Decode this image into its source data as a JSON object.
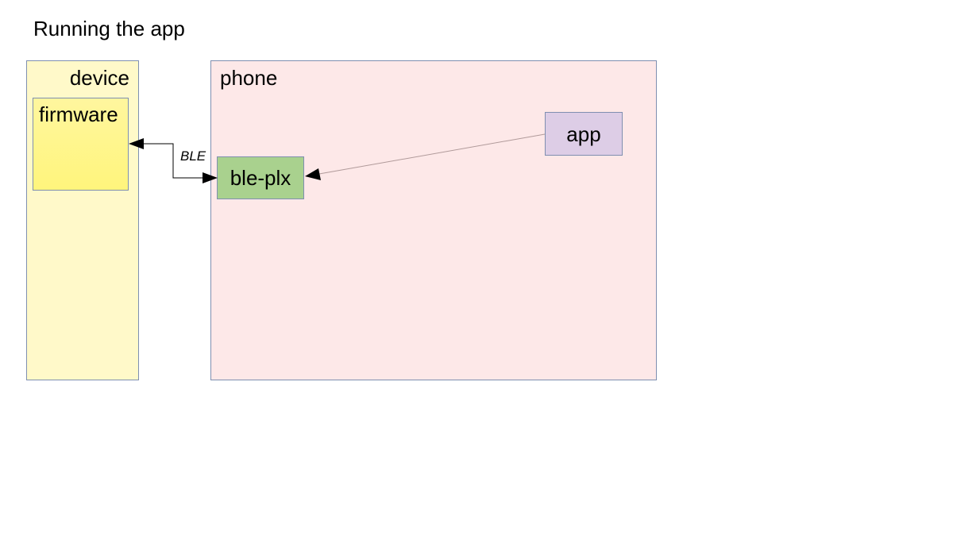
{
  "title": "Running the app",
  "nodes": {
    "device": {
      "label": "device"
    },
    "firmware": {
      "label": "firmware"
    },
    "phone": {
      "label": "phone"
    },
    "ble_plx": {
      "label": "ble-plx"
    },
    "app": {
      "label": "app"
    }
  },
  "edges": [
    {
      "from": "ble-plx",
      "to": "firmware",
      "label": "BLE",
      "bidirectional": true
    },
    {
      "from": "app",
      "to": "ble-plx",
      "label": ""
    }
  ],
  "colors": {
    "device_fill": "#fff9c9",
    "firmware_fill": "#fff57c",
    "phone_fill": "#fde8e8",
    "ble_plx_fill": "#a9d18e",
    "app_fill": "#ddcde6",
    "border": "#7f8fb0"
  }
}
